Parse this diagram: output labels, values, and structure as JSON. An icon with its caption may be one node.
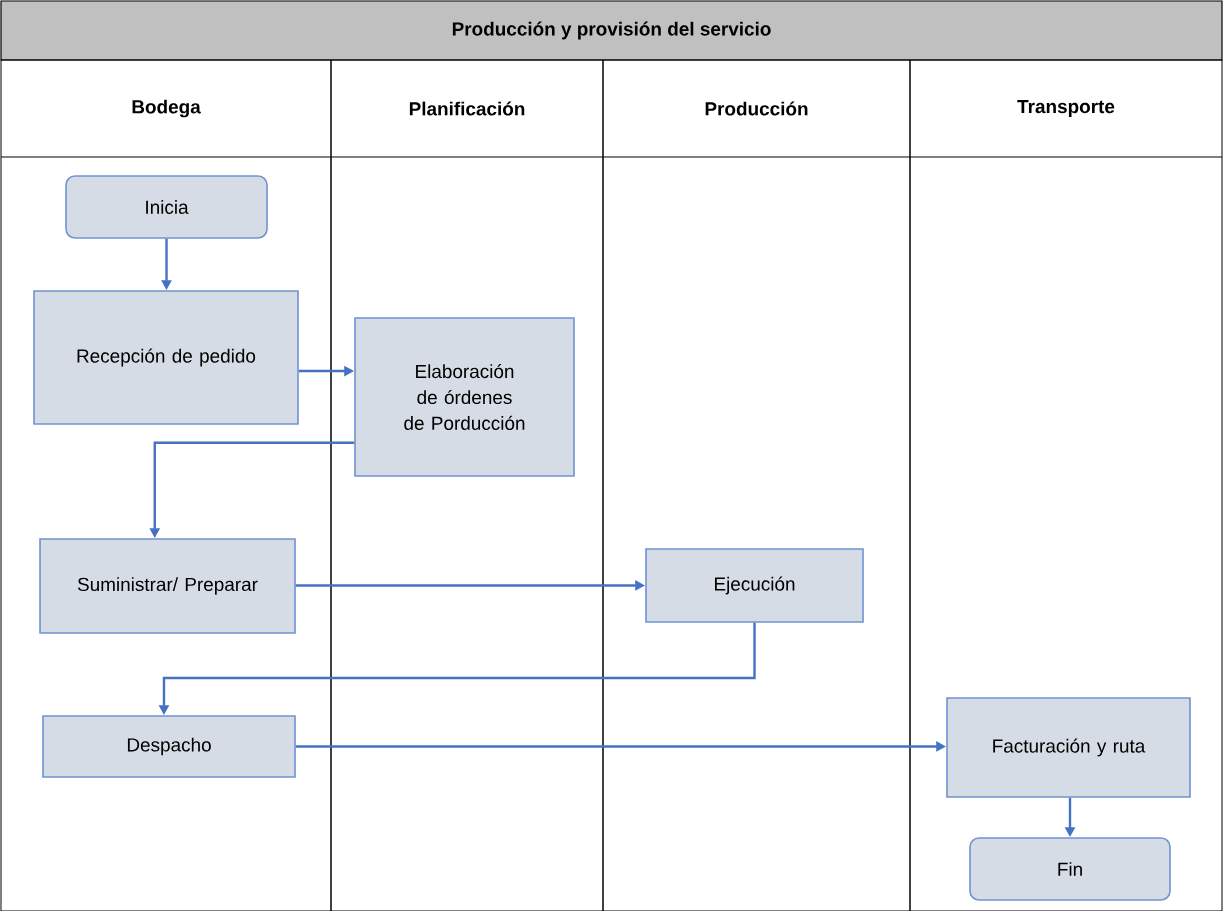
{
  "diagram": {
    "title": "Producción y provisión del servicio",
    "nodes": [
      {
        "text": [
          "Bodega"
        ]
      },
      {
        "text": [
          "Planificación"
        ]
      },
      {
        "text": [
          "Producción"
        ]
      },
      {
        "text": [
          "Transporte"
        ]
      },
      {
        "text": [
          "Inicia"
        ],
        "in": 0
      },
      {
        "text": [
          "Recepción de pedido"
        ],
        "in": 0
      },
      {
        "text": [
          "Elaboración de órdenes de Porducción"
        ],
        "in": 1
      },
      {
        "text": [
          "Suministrar/ Preparar"
        ],
        "in": 0
      },
      {
        "text": [
          "Ejecución"
        ],
        "in": 2
      },
      {
        "text": [
          "Despacho"
        ],
        "in": 0
      },
      {
        "text": [
          "Facturación y ruta"
        ],
        "in": 3
      },
      {
        "text": [
          "Fin"
        ],
        "in": 3
      }
    ],
    "edges": [
      {
        "from": 4,
        "to": 5,
        "arrow": "to"
      },
      {
        "from": 5,
        "to": 6,
        "arrow": "to"
      },
      {
        "from": 6,
        "to": 7,
        "arrow": "to"
      },
      {
        "from": 7,
        "to": 8,
        "arrow": "to"
      },
      {
        "from": 8,
        "to": 9,
        "arrow": "to"
      },
      {
        "from": 9,
        "to": 10,
        "arrow": "to"
      },
      {
        "from": 10,
        "to": 11,
        "arrow": "to"
      }
    ]
  }
}
